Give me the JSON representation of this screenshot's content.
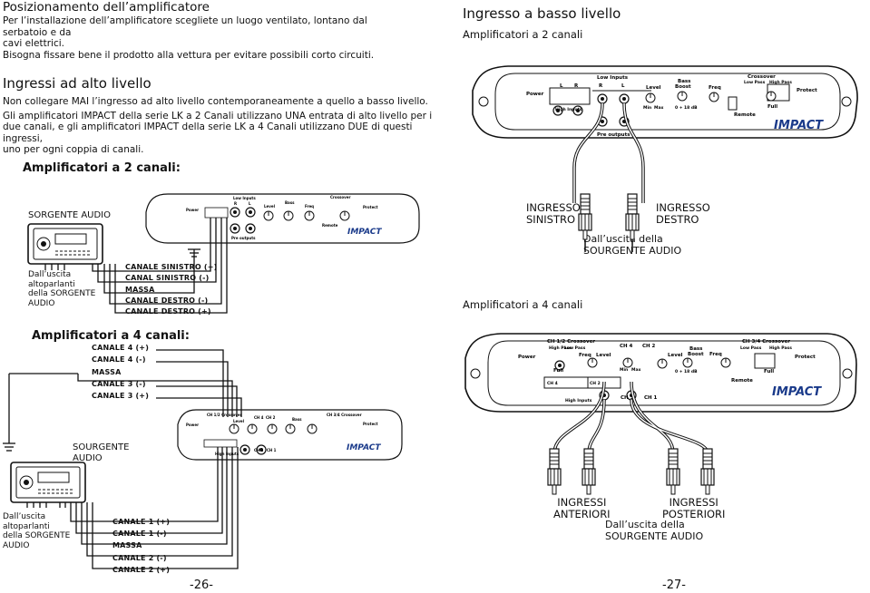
{
  "left": {
    "install_title": "Posizionamento dell’amplificatore",
    "install_text": [
      "Per l’installazione dell’amplificatore scegliete un luogo ventilato, lontano dal serbatoio e da",
      "cavi elettrici.",
      "Bisogna fissare bene il prodotto alla vettura per evitare possibili corto circuiti."
    ],
    "high_title": "Ingressi ad alto livello",
    "high_text": [
      "Non collegare MAI l’ingresso ad alto livello contemporaneamente a quello a basso livello.",
      "Gli amplificatori IMPACT della serie LK a 2 Canali utilizzano UNA entrata di alto livello per i",
      "due canali, e gli amplificatori IMPACT della serie LK a 4 Canali utilizzano DUE di questi ingressi,",
      "uno per ogni coppia di canali."
    ],
    "two_ch_title": "Amplificatori a 2 canali:",
    "source_label": "SORGENTE AUDIO",
    "speaker_out_1": [
      "Dall’uscita",
      "altoparlanti",
      "della SORGENTE",
      "AUDIO"
    ],
    "two_ch_wires": [
      "CANALE SINISTRO (+)",
      "CANAL SINISTRO (-)",
      "MASSA",
      "CANALE DESTRO (-)",
      "CANALE DESTRO (+)"
    ],
    "four_ch_title": "Amplificatori a 4 canali:",
    "four_ch_wires_top": [
      "CANALE 4 (+)",
      "CANALE 4 (-)",
      "MASSA",
      "CANALE 3 (-)",
      "CANALE 3 (+)"
    ],
    "source_label_2": [
      "SOURGENTE",
      "AUDIO"
    ],
    "speaker_out_2": [
      "Dall’uscita",
      "altoparlanti",
      "della SORGENTE",
      "AUDIO"
    ],
    "four_ch_wires_bottom": [
      "CANALE 1 (+)",
      "CANALE 1 (-)",
      "MASSA",
      "CANALE 2 (-)",
      "CANALE 2 (+)"
    ],
    "page_number": "-26-"
  },
  "right": {
    "low_title": "Ingresso a basso livello",
    "two_ch_sub": "Amplificatori a 2 canali",
    "input_left": [
      "INGRESSO",
      "SINISTRO"
    ],
    "input_right": [
      "INGRESSO",
      "DESTRO"
    ],
    "from_source": [
      "Dall’uscita della",
      "SOURGENTE AUDIO"
    ],
    "four_ch_sub": "Amplificatori a 4 canali",
    "input_front": [
      "INGRESSI",
      "ANTERIORI"
    ],
    "input_rear": [
      "INGRESSI",
      "POSTERIORI"
    ],
    "from_source_2": [
      "Dall’uscita della",
      "SOURGENTE AUDIO"
    ],
    "page_number": "-27-"
  },
  "amp2": {
    "power": "Power",
    "low_inputs": "Low Inputs",
    "l": "L",
    "r": "R",
    "level": "Level",
    "bass": "Bass",
    "boost": "Boost",
    "freq": "Freq",
    "crossover": "Crossover",
    "low_pass": "Low Pass",
    "high_pass": "High Pass",
    "protect": "Protect",
    "high_inputs": "High Inputs",
    "min": "Min",
    "max": "Max",
    "db": "0 + 18 dB",
    "full": "Full",
    "remote": "Remote",
    "pre_outputs": "Pre outputs",
    "brand": "IMPACT"
  },
  "amp4": {
    "power": "Power",
    "ch12_cross": "CH 1/2 Crossover",
    "high_pass": "High Pass",
    "low_pass": "Low Pass",
    "freq": "Freq",
    "level": "Level",
    "ch4": "CH 4",
    "ch2": "CH 2",
    "bass": "Bass",
    "boost": "Boost",
    "ch34_cross": "CH 3/4 Crossover",
    "protect": "Protect",
    "full": "Full",
    "min": "Min",
    "max": "Max",
    "db": "0 + 18 dB",
    "remote": "Remote",
    "high_inputs": "High Inputs",
    "ch3": "CH 3",
    "ch1": "CH 1",
    "brand": "IMPACT"
  }
}
